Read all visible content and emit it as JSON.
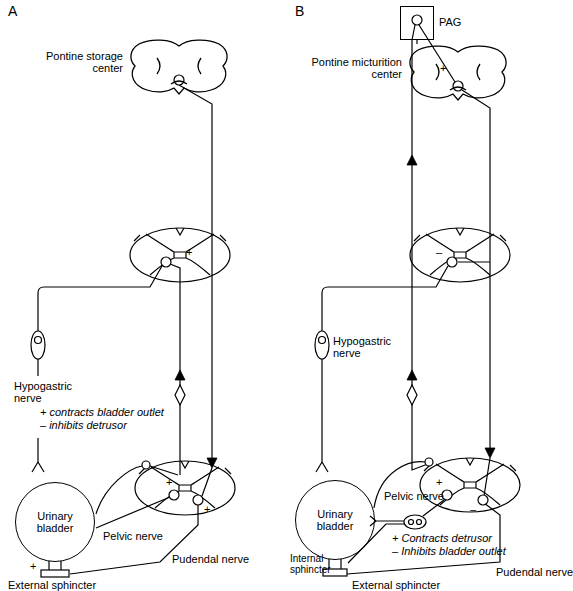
{
  "diagram": {
    "nodes": [
      {
        "text": [
          "Pontine storage center"
        ]
      },
      {
        "text": [
          "Urinary bladder"
        ]
      },
      {
        "text": [
          "PAG"
        ]
      },
      {
        "text": [
          "Pontine micturition center"
        ]
      },
      {
        "text": [
          "Urinary bladder"
        ]
      }
    ],
    "edges": [
      {
        "from": 2,
        "to": 3,
        "arrow": "none"
      }
    ],
    "labels": [
      "A",
      "+",
      "Hypogastric nerve",
      "+ contracts bladder outlet",
      "– inhibits detrusor",
      "Pelvic nerve",
      "+",
      "+",
      "Pudendal nerve",
      "+",
      "External sphincter",
      "B",
      "+",
      "–",
      "Hypogastric nerve",
      "Pelvic nerve",
      "+",
      "–",
      "+ Contracts detrusor",
      "– Inhibits bladder outlet",
      "Internal sphincter",
      "External sphincter",
      "Pudendal nerve"
    ]
  }
}
